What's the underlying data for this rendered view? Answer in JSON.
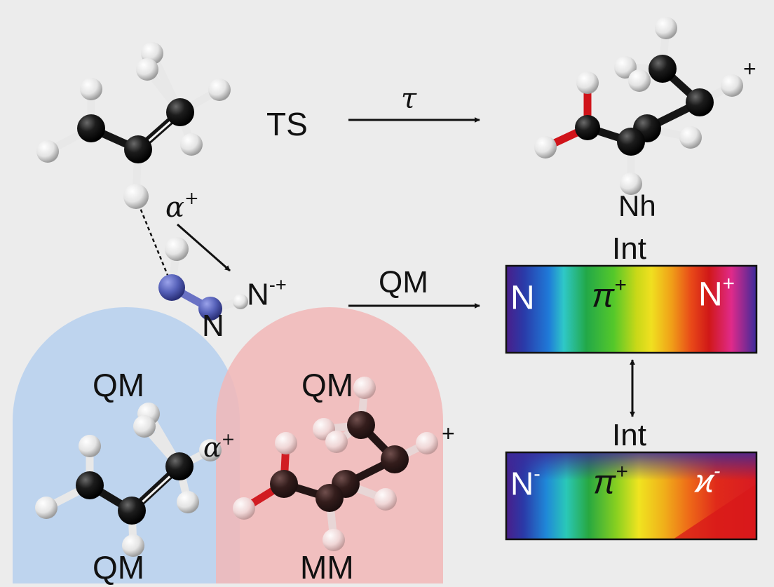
{
  "top": {
    "ts_label": "TS",
    "arrow_label": "τ",
    "product_label": "Nh",
    "product_charge": "+"
  },
  "reactant": {
    "charge_label": "ɑ",
    "charge_sup": "+",
    "ion_label": "N",
    "ion_sup": "-+",
    "n_label": "N"
  },
  "middle": {
    "arrow_label": "QM",
    "int_label_1": "Int",
    "int_label_2": "Int"
  },
  "bar1": {
    "labels": [
      {
        "text": "N",
        "sup": ""
      },
      {
        "text": "π",
        "sup": "+"
      },
      {
        "text": "N",
        "sup": "+"
      }
    ]
  },
  "bar2": {
    "labels": [
      {
        "text": "N",
        "sup": "-"
      },
      {
        "text": "π",
        "sup": "+"
      },
      {
        "text": "ϰ",
        "sup": "-"
      }
    ]
  },
  "regions": {
    "left_top": "QM",
    "left_bottom": "QM",
    "right_top": "QM",
    "right_bottom": "MM",
    "left_charge": "ɑ",
    "left_charge_sup": "+",
    "right_charge": "+"
  },
  "colors": {
    "background": "#ececec",
    "qm_region": "#b9d2ee",
    "mm_region": "#f2b7b7",
    "carbon": "#151515",
    "hydrogen": "#f2f2f2",
    "oxygen": "#d0141a",
    "nitrogen": "#5560b8"
  }
}
